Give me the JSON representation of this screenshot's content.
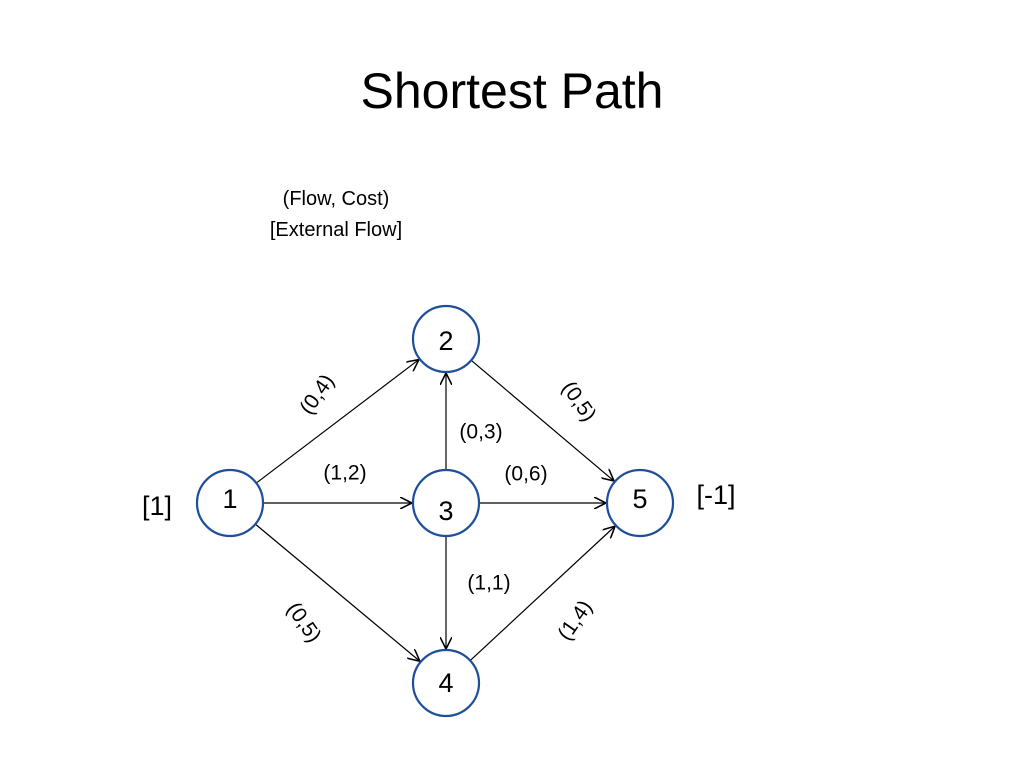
{
  "title": "Shortest Path",
  "legend": {
    "line1": "(Flow, Cost)",
    "line2": "[External Flow]"
  },
  "nodes": [
    {
      "id": "1",
      "external": "[1]"
    },
    {
      "id": "2"
    },
    {
      "id": "3"
    },
    {
      "id": "4"
    },
    {
      "id": "5",
      "external": "[-1]"
    }
  ],
  "edges": [
    {
      "from": "1",
      "to": "2",
      "label": "(0,4)"
    },
    {
      "from": "1",
      "to": "3",
      "label": "(1,2)"
    },
    {
      "from": "1",
      "to": "4",
      "label": "(0,5)"
    },
    {
      "from": "3",
      "to": "2",
      "label": "(0,3)"
    },
    {
      "from": "3",
      "to": "5",
      "label": "(0,6)"
    },
    {
      "from": "3",
      "to": "4",
      "label": "(1,1)"
    },
    {
      "from": "2",
      "to": "5",
      "label": "(0,5)"
    },
    {
      "from": "4",
      "to": "5",
      "label": "(1,4)"
    }
  ],
  "colors": {
    "node_border": "#1f4e9a",
    "edge": "#000000"
  }
}
